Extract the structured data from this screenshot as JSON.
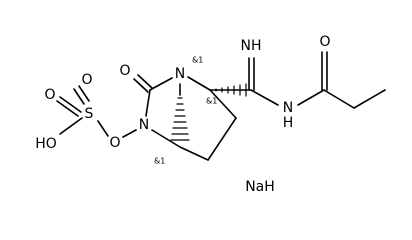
{
  "molecule": {
    "atoms": {
      "ring_oxygen": "O",
      "bridgehead_nitrogen": "N",
      "nitrogen_n6": "N",
      "ester_oxygen": "O",
      "sulfur": "S",
      "sulfonyl_oxygen_top": "O",
      "sulfonyl_oxygen_left": "O",
      "hydroxyl": "HO",
      "imine_nh": "NH",
      "amide_nh": "H",
      "amide_nitrogen": "N",
      "amide_oxygen": "O"
    },
    "stereo_marks": {
      "c1": "&1",
      "c2": "&1",
      "c5": "&1"
    },
    "counterion": "NaH"
  }
}
